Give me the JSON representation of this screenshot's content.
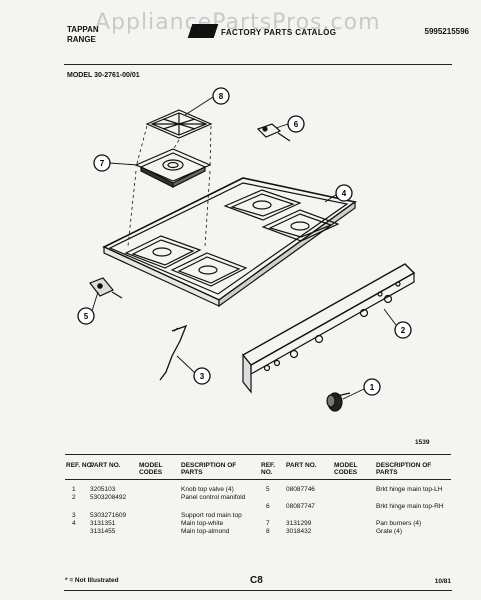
{
  "header": {
    "brand_line1": "TAPPAN",
    "brand_line2": "RANGE",
    "catalog_title": "FACTORY PARTS CATALOG",
    "catalog_part_no": "5995215596",
    "watermark": "AppliancePartsPros.com"
  },
  "model_label": "MODEL 30-2761-00/01",
  "figure_number": "1539",
  "callouts": [
    "1",
    "2",
    "3",
    "4",
    "5",
    "6",
    "7",
    "8"
  ],
  "table": {
    "columns": {
      "ref": "REF. NO.",
      "part": "PART NO.",
      "model": "MODEL CODES",
      "desc": "DESCRIPTION OF PARTS"
    },
    "left_rows": [
      {
        "ref": "1",
        "part": "3205103",
        "desc": "Knob top valve (4)"
      },
      {
        "ref": "2",
        "part": "5303208492",
        "desc": "Panel control manifold"
      },
      {
        "ref": "3",
        "part": "5303271609",
        "desc": "Support rod main top"
      },
      {
        "ref": "4",
        "part": "3131351",
        "desc": "Main top-white"
      },
      {
        "ref": "",
        "part": "3131455",
        "desc": "Main top-almond"
      }
    ],
    "right_rows": [
      {
        "ref": "5",
        "part": "08087746",
        "desc": "Brkt hinge main top-LH"
      },
      {
        "ref": "6",
        "part": "08087747",
        "desc": "Brkt hinge main top-RH"
      },
      {
        "ref": "7",
        "part": "3131299",
        "desc": "Pan burners (4)"
      },
      {
        "ref": "8",
        "part": "3018432",
        "desc": "Grate (4)"
      }
    ]
  },
  "footer": {
    "note": "* = Not Illustrated",
    "page_code": "C8",
    "date": "10/81"
  }
}
